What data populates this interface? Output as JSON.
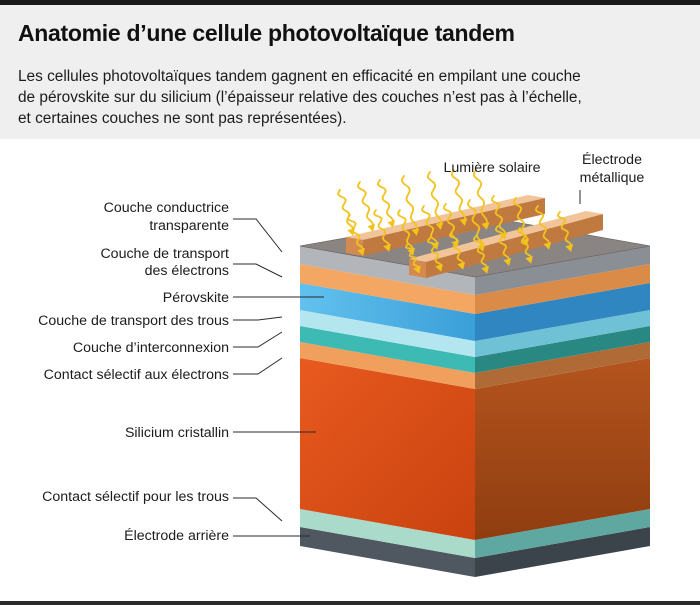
{
  "title": "Anatomie d’une cellule photovoltaïque tandem",
  "intro": [
    "Les cellules photovoltaïques tandem gagnent en efficacité en empilant une couche",
    "de pérovskite sur du silicium (l’épaisseur relative des couches n’est pas à l’échelle,",
    "et certaines couches ne sont pas représentées)."
  ],
  "labels": {
    "sunlight": "Lumière solaire",
    "metal_electrode": [
      "Électrode",
      "métallique"
    ],
    "tco": [
      "Couche conductrice",
      "transparente"
    ],
    "etl": [
      "Couche de transport",
      "des électrons"
    ],
    "perovskite": "Pérovskite",
    "htl": "Couche de transport des trous",
    "interconnect": "Couche d’interconnexion",
    "electron_contact": "Contact sélectif aux électrons",
    "silicon": "Silicium cristallin",
    "hole_contact": "Contact sélectif pour les trous",
    "rear_electrode": "Électrode arrière"
  },
  "colors": {
    "header_bg": "#efefef",
    "metal": "#d18c52",
    "tco": "#9fa3a9",
    "transport": "#f0a05c",
    "perovskite": "#4fb0e2",
    "htl": "#aee3ee",
    "interconnect": "#39b5ae",
    "silicon": "#e2531c",
    "hole_contact": "#a7d8c7",
    "rear_electrode": "#4a535c",
    "sunlight": "#f2c21d"
  }
}
